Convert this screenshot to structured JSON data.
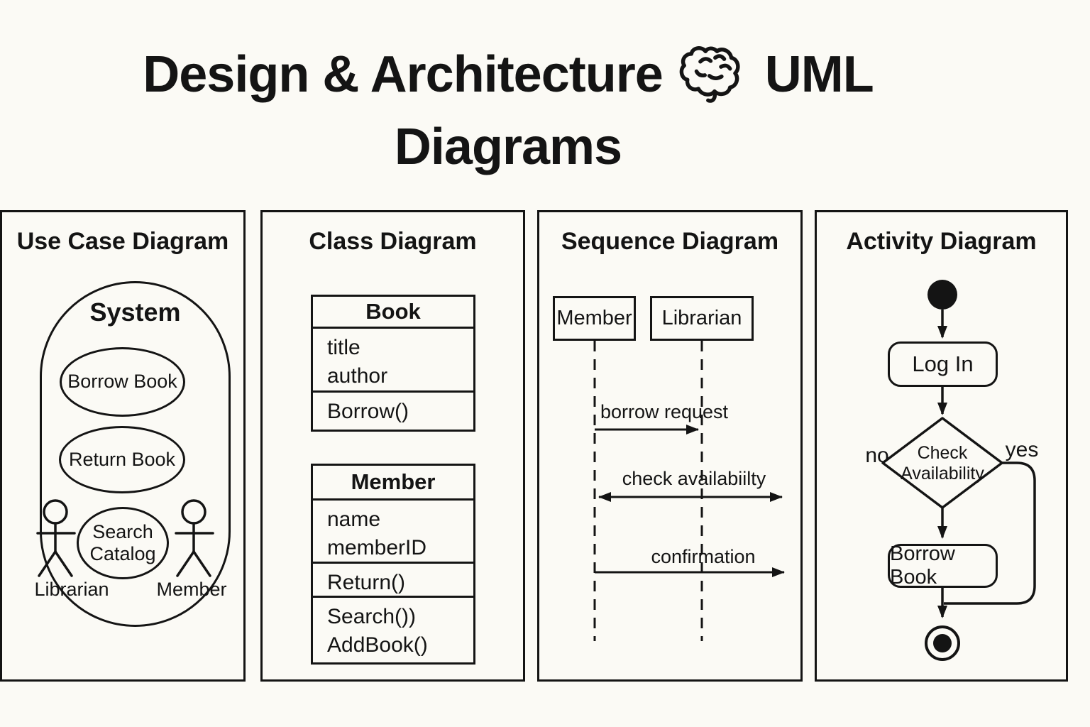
{
  "colors": {
    "ink": "#141414",
    "background": "#FBFAF5"
  },
  "header": {
    "title_before_icon": "Design & Architecture",
    "title_after_icon": "UML",
    "title_line2": "Diagrams",
    "icon": "brain-icon"
  },
  "use_case_panel": {
    "title": "Use Case Diagram",
    "system_label": "System",
    "use_cases": [
      "Borrow Book",
      "Return Book",
      "Search Catalog"
    ],
    "actors": [
      "Librarian",
      "Member"
    ]
  },
  "class_panel": {
    "title": "Class Diagram",
    "book": {
      "name": "Book",
      "attributes": [
        "title",
        "author"
      ],
      "methods": [
        "Borrow()"
      ]
    },
    "member": {
      "name": "Member",
      "attributes": [
        "name",
        "memberID"
      ],
      "methods1": [
        "Return()"
      ],
      "methods2": [
        "Search())",
        "AddBook()"
      ]
    }
  },
  "sequence_panel": {
    "title": "Sequence Diagram",
    "participants": [
      "Member",
      "Librarian"
    ],
    "messages": [
      "borrow request",
      "check availabiilty",
      "confirmation"
    ]
  },
  "activity_panel": {
    "title": "Activity Diagram",
    "action_login": "Log In",
    "decision": "Check Availability",
    "label_no": "no",
    "label_yes": "yes",
    "action_borrow": "Borrow Book"
  }
}
